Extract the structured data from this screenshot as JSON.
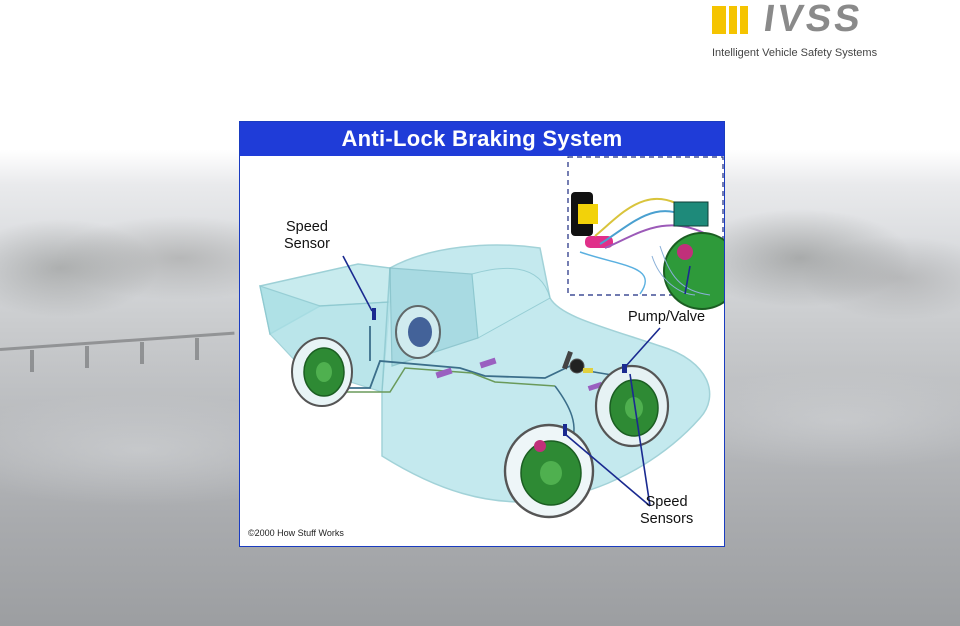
{
  "logo": {
    "name": "IVSS",
    "tagline": "Intelligent Vehicle Safety Systems",
    "accent_color": "#f5c400",
    "text_color": "#8a8a8a"
  },
  "diagram": {
    "title": "Anti-Lock Braking System",
    "title_bar_color": "#1f3cd8",
    "labels": {
      "speed_sensor_line1": "Speed",
      "speed_sensor_line2": "Sensor",
      "pump_valve": "Pump/Valve",
      "speed_sensors_line1": "Speed",
      "speed_sensors_line2": "Sensors"
    },
    "copyright": "©2000 How Stuff Works"
  }
}
